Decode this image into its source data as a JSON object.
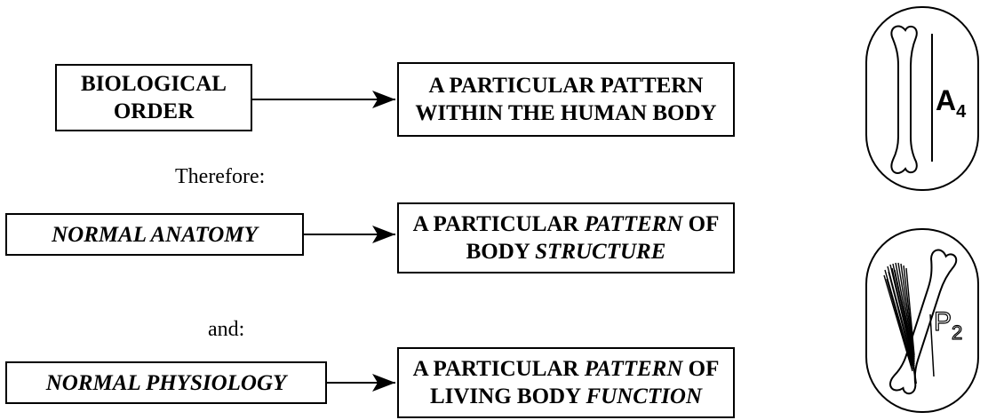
{
  "rows": [
    {
      "left": [
        "BIOLOGICAL",
        "ORDER"
      ],
      "right": [
        [
          {
            "t": "A PARTICULAR PATTERN",
            "i": false
          }
        ],
        [
          {
            "t": "WITHIN THE HUMAN BODY",
            "i": false
          }
        ]
      ]
    },
    {
      "left": [
        "NORMAL ANATOMY"
      ],
      "right": [
        [
          {
            "t": "A PARTICULAR ",
            "i": false
          },
          {
            "t": "PATTERN",
            "i": true
          },
          {
            "t": " OF",
            "i": false
          }
        ],
        [
          {
            "t": "BODY ",
            "i": false
          },
          {
            "t": "STRUCTURE",
            "i": true
          }
        ]
      ]
    },
    {
      "left": [
        "NORMAL PHYSIOLOGY"
      ],
      "right": [
        [
          {
            "t": "A PARTICULAR ",
            "i": false
          },
          {
            "t": "PATTERN",
            "i": true
          },
          {
            "t": " OF",
            "i": false
          }
        ],
        [
          {
            "t": "LIVING BODY ",
            "i": false
          },
          {
            "t": "FUNCTION",
            "i": true
          }
        ]
      ]
    }
  ],
  "connectors": [
    "Therefore:",
    "and:"
  ],
  "cards": [
    {
      "label_main": "A",
      "label_sub": "4",
      "icon": "bone-icon"
    },
    {
      "label_main": "P",
      "label_sub": "2",
      "icon": "bone-with-muscle-icon"
    }
  ]
}
